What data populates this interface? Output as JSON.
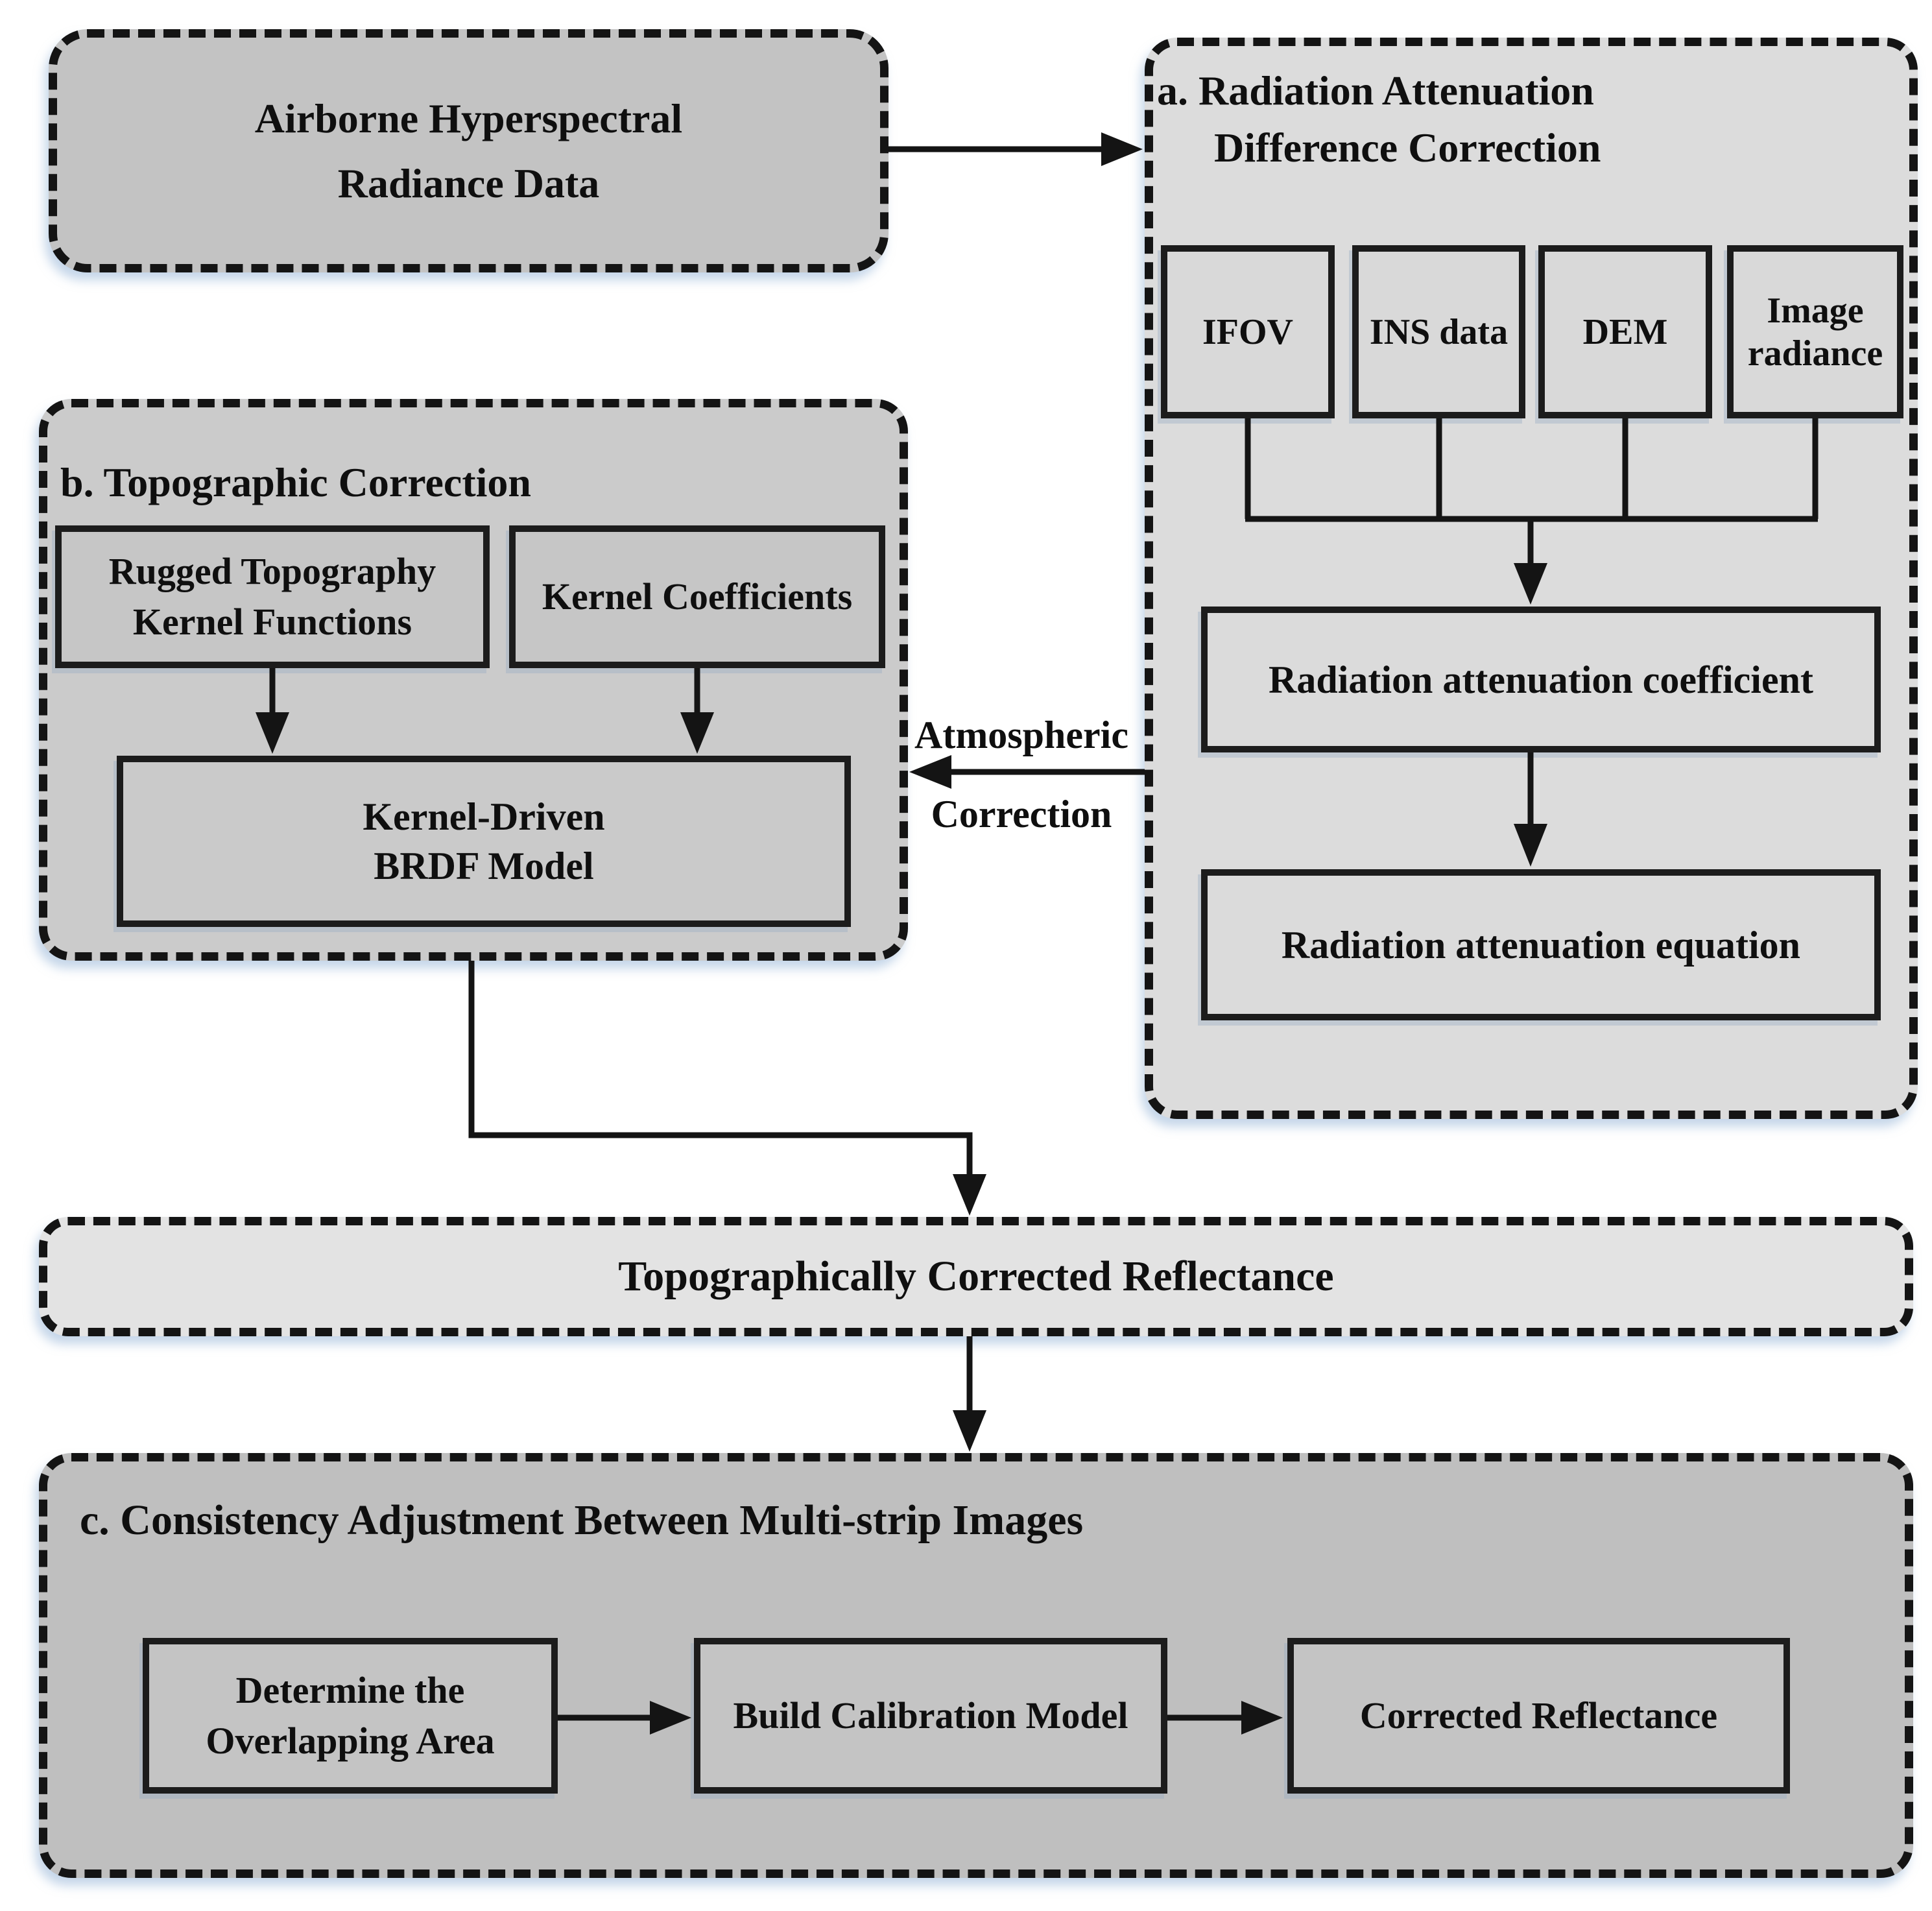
{
  "colors": {
    "canvas_bg": "#ffffff",
    "ink": "#141414",
    "fill_airborne": "#c3c3c3",
    "fill_section_a": "#dcdcdc",
    "fill_input": "#d9d9d9",
    "fill_ra": "#dbdbdb",
    "fill_section_b": "#cbcbcb",
    "fill_kernel": "#c6c6c6",
    "fill_brdf": "#cacaca",
    "fill_bar": "#e3e3e3",
    "fill_section_c": "#bfbfbf",
    "fill_cbox": "#c4c4c4"
  },
  "nodes": {
    "airborne": {
      "line1": "Airborne Hyperspectral",
      "line2": "Radiance Data"
    },
    "section_a": {
      "title_line1": "a. Radiation Attenuation",
      "title_line2": "Difference Correction",
      "input_ifov": "IFOV",
      "input_ins": "INS data",
      "input_dem": "DEM",
      "input_radiance": "Image radiance",
      "coefficient": "Radiation attenuation coefficient",
      "equation": "Radiation attenuation equation"
    },
    "section_b": {
      "title": "b. Topographic Correction",
      "rugged_line1": "Rugged Topography",
      "rugged_line2": "Kernel Functions",
      "kernel_coefficients": "Kernel Coefficients",
      "brdf_line1": "Kernel-Driven",
      "brdf_line2": "BRDF Model"
    },
    "bar": {
      "label": "Topographically Corrected Reflectance"
    },
    "section_c": {
      "title": "c. Consistency Adjustment Between Multi-strip Images",
      "determine_line1": "Determine the",
      "determine_line2": "Overlapping Area",
      "build": "Build Calibration Model",
      "corrected": "Corrected Reflectance"
    }
  },
  "edge_labels": {
    "atmospheric_line1": "Atmospheric",
    "atmospheric_line2": "Correction"
  }
}
